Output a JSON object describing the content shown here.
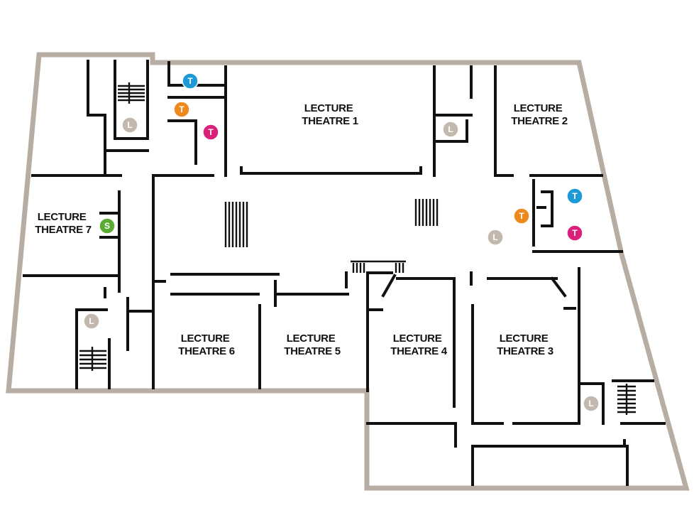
{
  "colors": {
    "outline": "#b7ada3",
    "wall": "#111111",
    "toilet_blue": "#1d9ad6",
    "toilet_orange": "#ee8a1c",
    "toilet_pink": "#d9207a",
    "lift_grey": "#c3b8ad",
    "service_green": "#5aab32"
  },
  "rooms": {
    "lt1": {
      "line1": "LECTURE",
      "line2": "THEATRE 1"
    },
    "lt2": {
      "line1": "LECTURE",
      "line2": "THEATRE 2"
    },
    "lt3": {
      "line1": "LECTURE",
      "line2": "THEATRE 3"
    },
    "lt4": {
      "line1": "LECTURE",
      "line2": "THEATRE 4"
    },
    "lt5": {
      "line1": "LECTURE",
      "line2": "THEATRE 5"
    },
    "lt6": {
      "line1": "LECTURE",
      "line2": "THEATRE 6"
    },
    "lt7": {
      "line1": "LECTURE",
      "line2": "THEATRE 7"
    }
  },
  "markers": {
    "toilet_label": "T",
    "lift_label": "L",
    "service_label": "S"
  },
  "icons": {
    "toilet": "toilet-icon",
    "lift": "lift-icon",
    "service": "service-icon",
    "stairs": "stairs-icon"
  }
}
